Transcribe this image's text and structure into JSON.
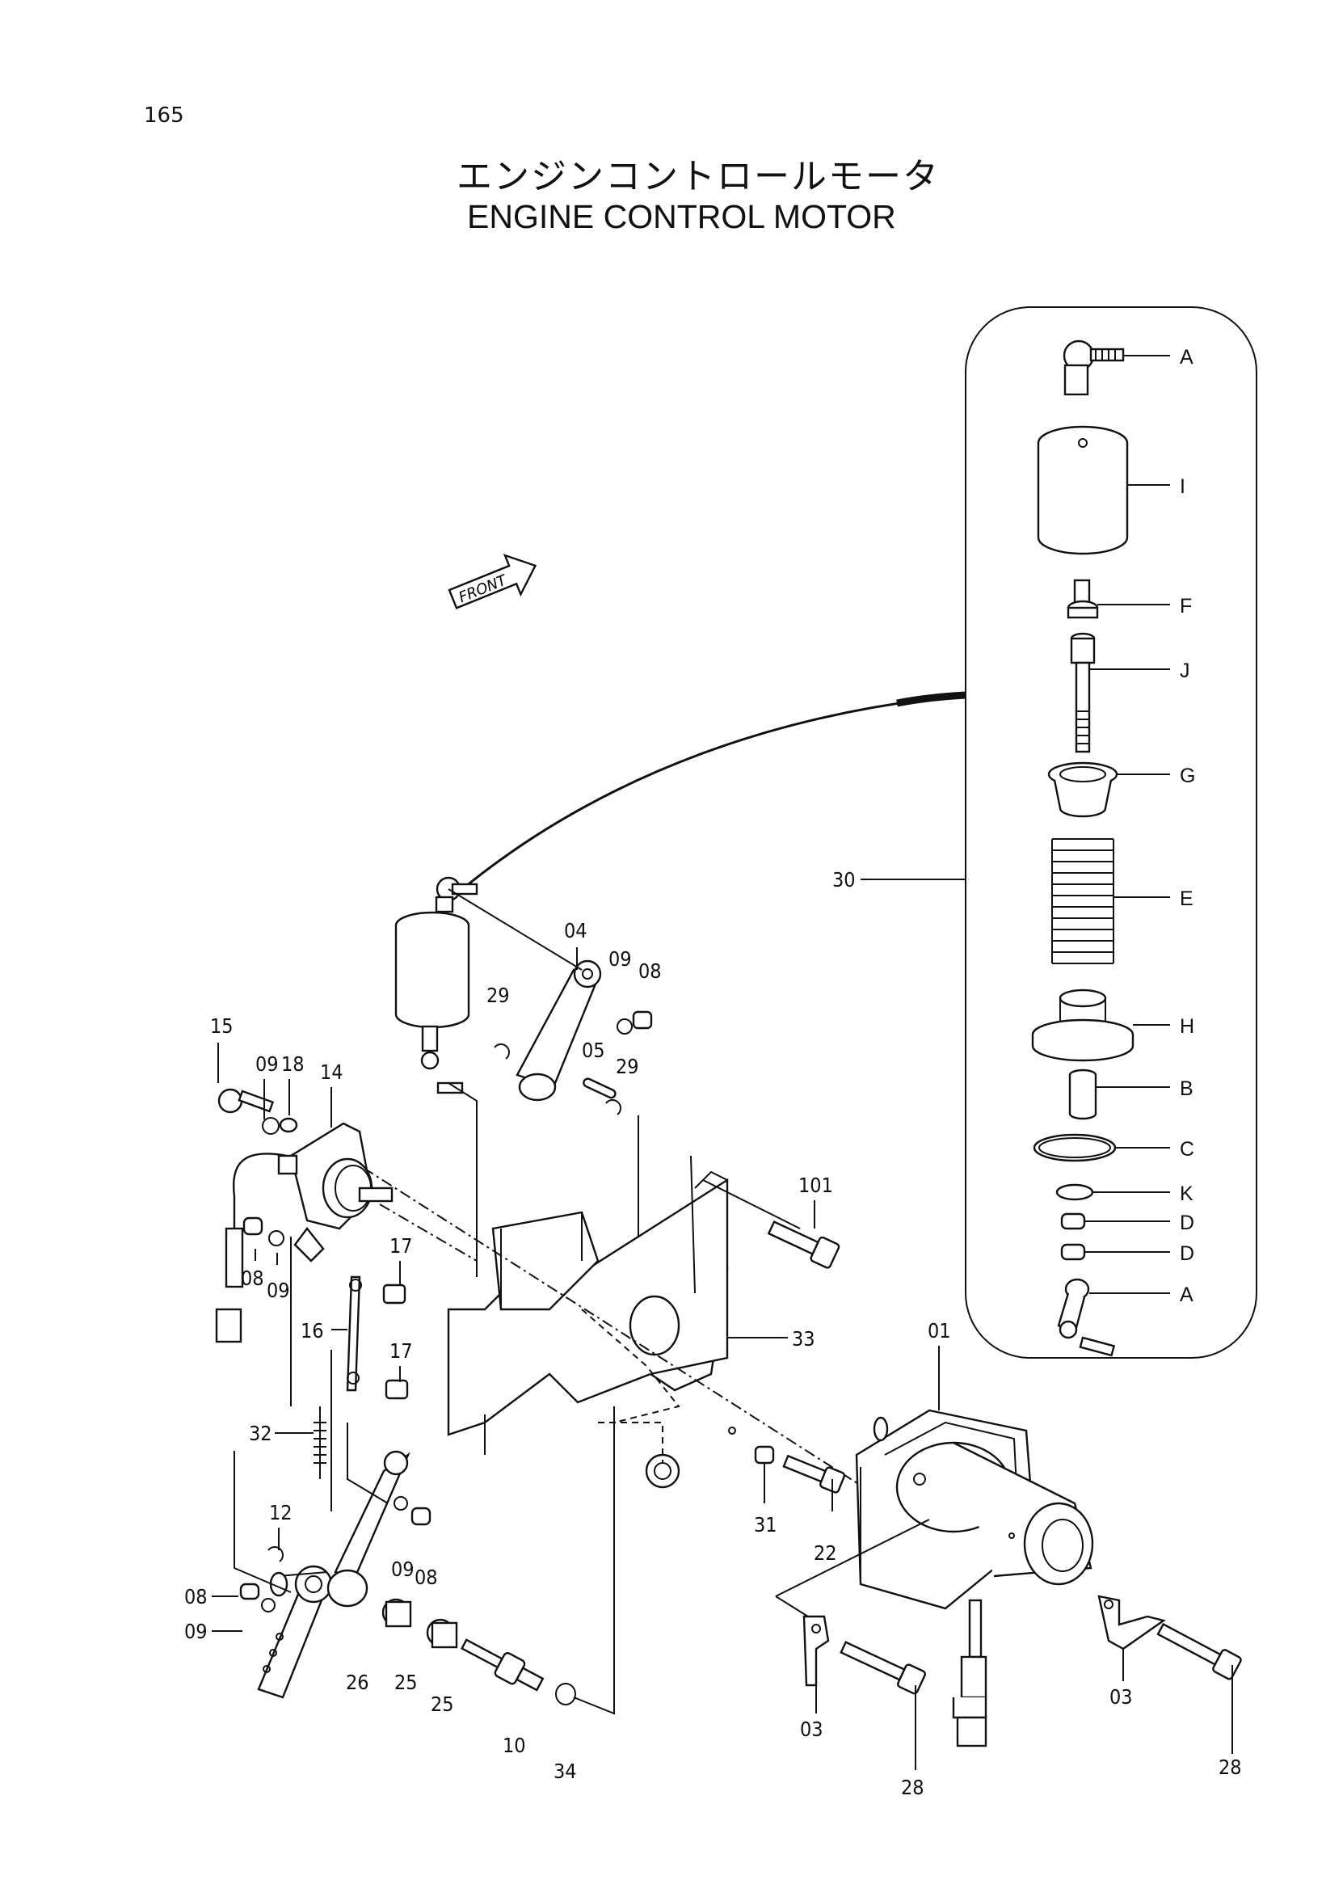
{
  "page": {
    "number": "165"
  },
  "title": {
    "japanese": "エンジンコントロールモータ",
    "english": "ENGINE CONTROL MOTOR"
  },
  "front_marker": "FRONT",
  "callouts": {
    "assembly_30": [
      "A",
      "I",
      "F",
      "J",
      "G",
      "E",
      "H",
      "B",
      "C",
      "K",
      "D",
      "D",
      "A"
    ],
    "main": [
      "30",
      "04",
      "09",
      "08",
      "29",
      "05",
      "29",
      "15",
      "09",
      "18",
      "14",
      "101",
      "08",
      "09",
      "17",
      "16",
      "17",
      "33",
      "01",
      "32",
      "12",
      "09",
      "08",
      "31",
      "22",
      "08",
      "09",
      "26",
      "25",
      "25",
      "10",
      "34",
      "03",
      "28",
      "03",
      "28"
    ]
  }
}
